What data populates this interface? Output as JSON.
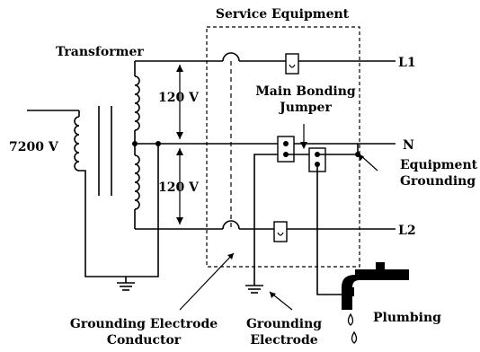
{
  "labels": {
    "service_equipment": "Service Equipment",
    "transformer": "Transformer",
    "primary_voltage": "7200 V",
    "upper_voltage": "120 V",
    "lower_voltage": "120 V",
    "main_bonding_line1": "Main Bonding",
    "main_bonding_line2": "Jumper",
    "l1": "L1",
    "n": "N",
    "l2": "L2",
    "equip_ground_line1": "Equipment",
    "equip_ground_line2": "Grounding",
    "gec_line1": "Grounding Electrode",
    "gec_line2": "Conductor",
    "ge_line1": "Grounding",
    "ge_line2": "Electrode",
    "plumbing": "Plumbing"
  },
  "colors": {
    "line": "#000000",
    "background": "#ffffff"
  }
}
